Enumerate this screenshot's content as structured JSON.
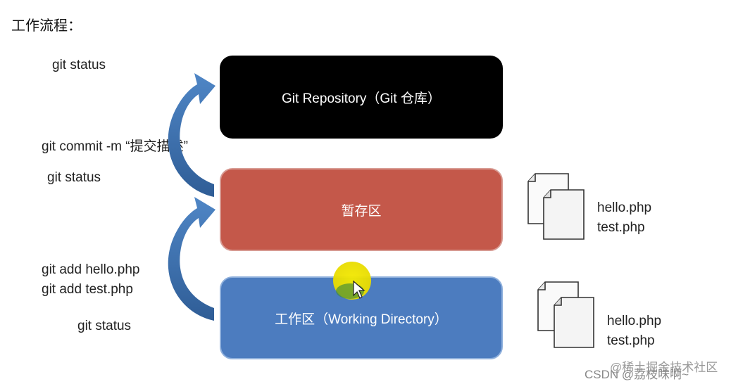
{
  "heading": "工作流程：",
  "commands": {
    "status_top": "git status",
    "commit": "git commit -m “提交描述”",
    "status_mid": "git status",
    "add_hello": "git add hello.php",
    "add_test": "git add test.php",
    "status_bottom": "git status"
  },
  "areas": {
    "repository": "Git Repository（Git 仓库）",
    "staging": "暂存区",
    "working": "工作区（Working Directory）"
  },
  "staged_files": [
    "hello.php",
    "test.php"
  ],
  "working_files": [
    "hello.php",
    "test.php"
  ],
  "watermark": {
    "line1": "@稀土掘金技术社区",
    "line2": "CSDN @荔枝味啊~"
  },
  "colors": {
    "repository": "#000000",
    "staging": "#c4584a",
    "working": "#4c7cbf",
    "arrow": "#3f6ea9",
    "cursor_highlight": "#f2e600"
  }
}
